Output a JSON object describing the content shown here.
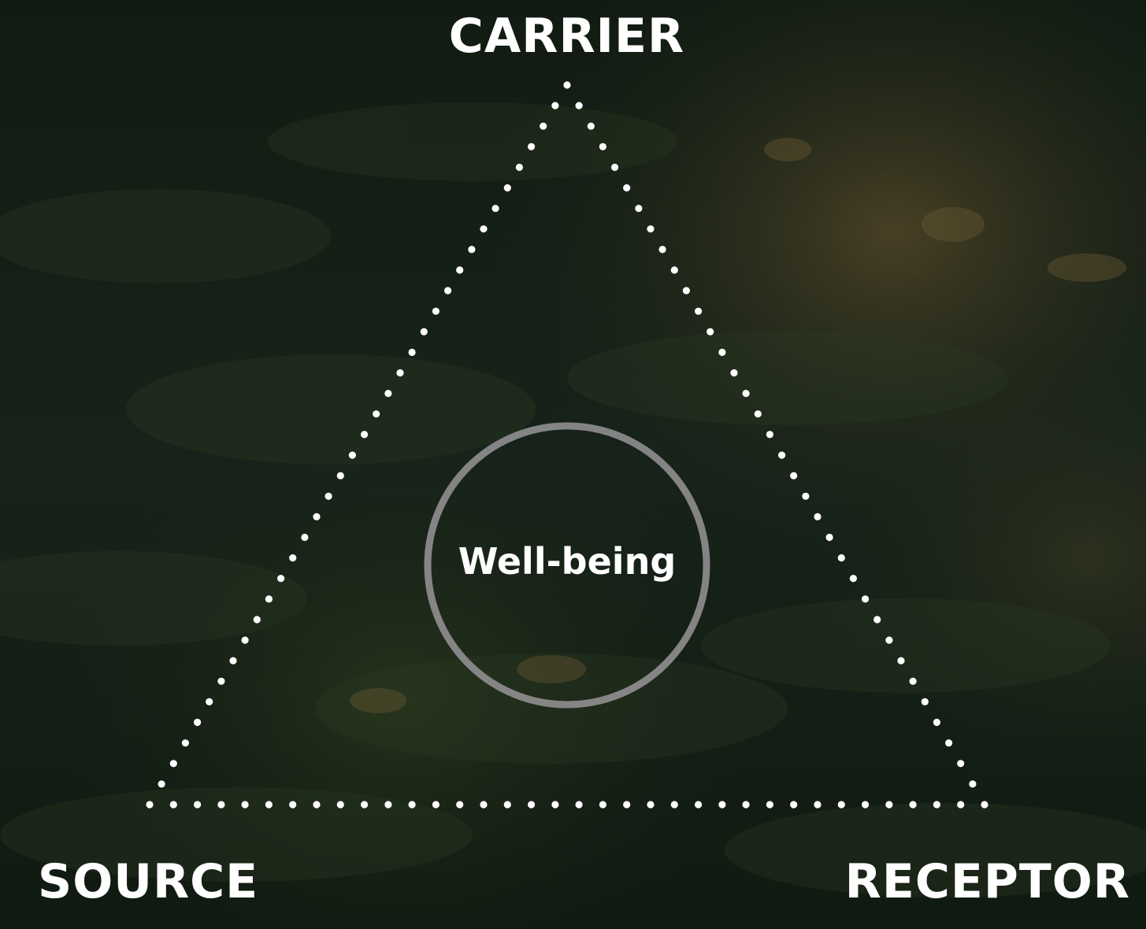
{
  "diagram": {
    "vertices": {
      "top": "CARRIER",
      "bottom_left": "SOURCE",
      "bottom_right": "RECEPTOR"
    },
    "center": "Well-being"
  },
  "colors": {
    "text": "#ffffff",
    "dots": "#ffffff",
    "circle_ring": "#8a8a8a",
    "background": "#121d12"
  }
}
